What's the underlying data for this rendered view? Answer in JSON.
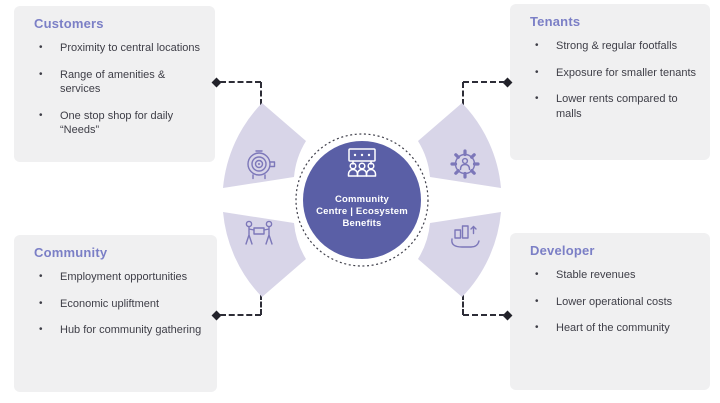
{
  "diagram_title": "Community Centre | Ecosystem Benefits",
  "hub": {
    "label_line1": "Community",
    "label_line2": "Centre | Ecosystem",
    "label_line3": "Benefits",
    "icon": "community-centre-storefront-people-icon",
    "colors": {
      "hub_circle": "#5a5fa6",
      "hub_text": "#ffffff",
      "petal_fill": "#d8d5e8",
      "petal_icon_stroke": "#7c77b9",
      "dashed_ring": "#3f3f4a",
      "connector": "#2d2d37"
    }
  },
  "petals": [
    {
      "position": "top-left",
      "icon": "target-savings-icon"
    },
    {
      "position": "top-right",
      "icon": "gear-person-icon"
    },
    {
      "position": "bottom-left",
      "icon": "people-carrying-icon"
    },
    {
      "position": "bottom-right",
      "icon": "hand-coins-icon"
    }
  ],
  "boxes": [
    {
      "id": "customers",
      "title": "Customers",
      "bullet": "•",
      "items": [
        "Proximity to central locations",
        "Range of amenities & services",
        "One stop shop for daily “Needs”"
      ]
    },
    {
      "id": "tenants",
      "title": "Tenants",
      "bullet": "•",
      "items": [
        "Strong & regular footfalls",
        "Exposure for smaller tenants",
        "Lower rents compared to malls"
      ]
    },
    {
      "id": "community",
      "title": "Community",
      "bullet": "•",
      "items": [
        "Employment opportunities",
        "Economic upliftment",
        "Hub for community gathering"
      ]
    },
    {
      "id": "developer",
      "title": "Developer",
      "bullet": "•",
      "items": [
        "Stable revenues",
        "Lower operational costs",
        "Heart of the community"
      ]
    }
  ],
  "style": {
    "box_background": "#f0f0f1",
    "box_title_color": "#7b7fc6",
    "body_text_color": "#3e3e47"
  }
}
